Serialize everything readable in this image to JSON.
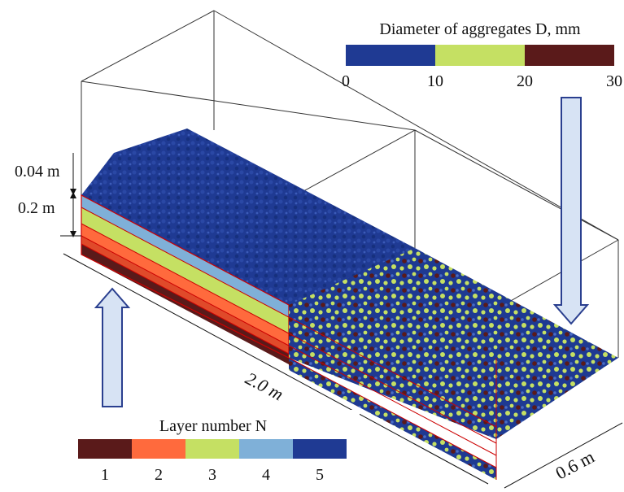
{
  "diameter_legend": {
    "title": "Diameter of aggregates D, mm",
    "ticks": [
      "0",
      "10",
      "20",
      "30"
    ],
    "colors": [
      "#1f3a93",
      "#c5e063",
      "#5a1a1a"
    ]
  },
  "layer_legend": {
    "title": "Layer number N",
    "labels": [
      "1",
      "2",
      "3",
      "4",
      "5"
    ],
    "colors": [
      "#5a1a1a",
      "#ff6a3d",
      "#c5e063",
      "#7fb0d8",
      "#1f3a93"
    ]
  },
  "dimensions": {
    "top_layer": "0.04 m",
    "layer_height": "0.2 m",
    "length": "2.0 m",
    "width": "0.6 m"
  }
}
